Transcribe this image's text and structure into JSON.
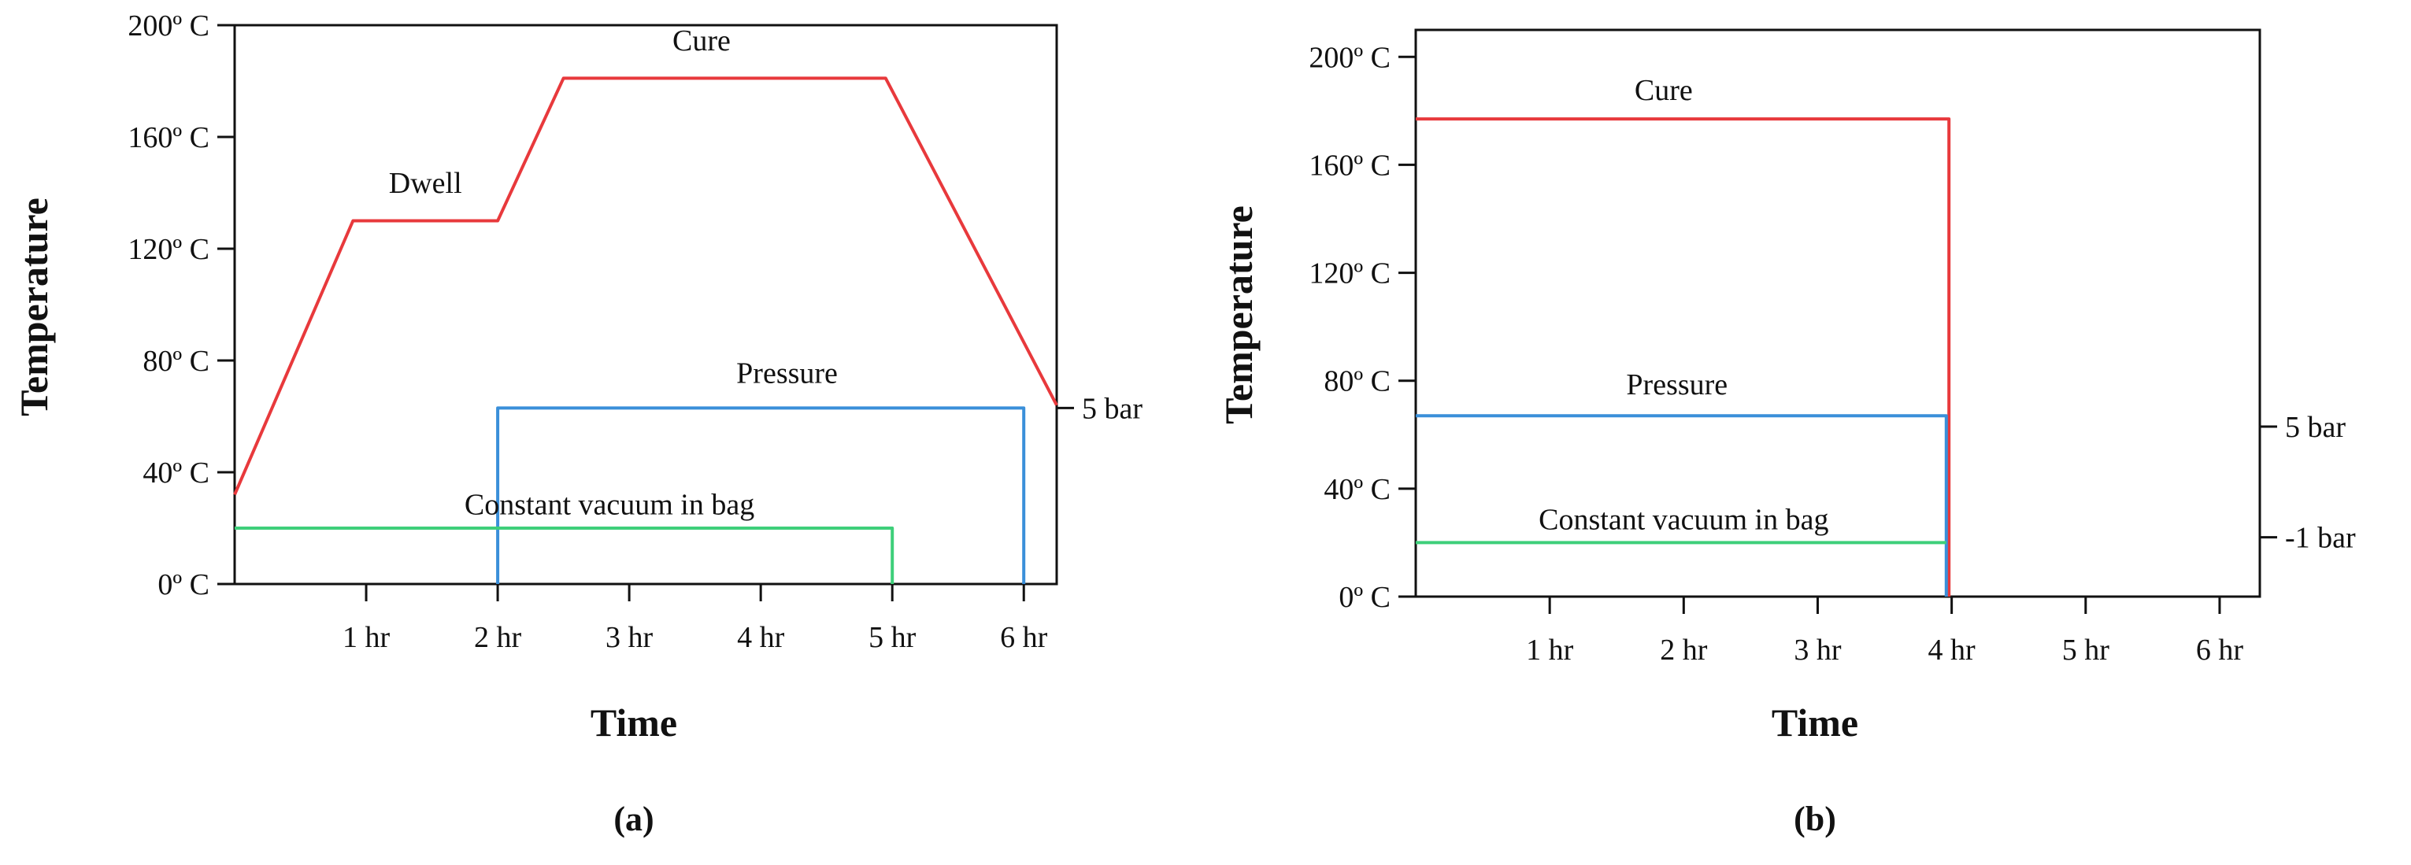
{
  "chart_data": [
    {
      "type": "line",
      "caption": "(a)",
      "xlabel": "Time",
      "ylabel": "Temperature",
      "xlim": [
        0,
        6.25
      ],
      "ylim": [
        0,
        200
      ],
      "x_ticks": [
        {
          "value": 1,
          "label": "1 hr"
        },
        {
          "value": 2,
          "label": "2 hr"
        },
        {
          "value": 3,
          "label": "3 hr"
        },
        {
          "value": 4,
          "label": "4 hr"
        },
        {
          "value": 5,
          "label": "5 hr"
        },
        {
          "value": 6,
          "label": "6 hr"
        }
      ],
      "y_ticks": [
        {
          "value": 0,
          "label": "0º C"
        },
        {
          "value": 40,
          "label": "40º C"
        },
        {
          "value": 80,
          "label": "80º C"
        },
        {
          "value": 120,
          "label": "120º C"
        },
        {
          "value": 160,
          "label": "160º C"
        },
        {
          "value": 200,
          "label": "200º C"
        }
      ],
      "right_ticks": [
        {
          "value": 63,
          "label": "5 bar"
        }
      ],
      "series": [
        {
          "key": "temperature",
          "color": "#e8393c",
          "x": [
            0,
            0.9,
            2,
            2.5,
            4.95,
            6.25
          ],
          "y": [
            32,
            130,
            130,
            181,
            181,
            64
          ]
        },
        {
          "key": "pressure",
          "color": "#3a8fd9",
          "x": [
            2,
            2,
            6,
            6
          ],
          "y": [
            0,
            63,
            63,
            0
          ]
        },
        {
          "key": "vacuum",
          "color": "#3ecf7a",
          "x": [
            0,
            5,
            5
          ],
          "y": [
            20,
            20,
            0
          ]
        }
      ],
      "annotations": [
        {
          "text": "Dwell",
          "x": 1.45,
          "y": 140
        },
        {
          "text": "Cure",
          "x": 3.55,
          "y": 191
        },
        {
          "text": "Pressure",
          "x": 4.2,
          "y": 72
        },
        {
          "text": "Constant vacuum in bag",
          "x": 2.85,
          "y": 25
        }
      ]
    },
    {
      "type": "line",
      "caption": "(b)",
      "xlabel": "Time",
      "ylabel": "Temperature",
      "xlim": [
        0,
        6.3
      ],
      "ylim": [
        0,
        210
      ],
      "x_ticks": [
        {
          "value": 1,
          "label": "1 hr"
        },
        {
          "value": 2,
          "label": "2 hr"
        },
        {
          "value": 3,
          "label": "3 hr"
        },
        {
          "value": 4,
          "label": "4 hr"
        },
        {
          "value": 5,
          "label": "5 hr"
        },
        {
          "value": 6,
          "label": "6 hr"
        }
      ],
      "y_ticks": [
        {
          "value": 0,
          "label": "0º C"
        },
        {
          "value": 40,
          "label": "40º C"
        },
        {
          "value": 80,
          "label": "80º C"
        },
        {
          "value": 120,
          "label": "120º C"
        },
        {
          "value": 160,
          "label": "160º C"
        },
        {
          "value": 200,
          "label": "200º C"
        }
      ],
      "right_ticks": [
        {
          "value": 63,
          "label": "5 bar"
        },
        {
          "value": 22,
          "label": "-1 bar"
        }
      ],
      "series": [
        {
          "key": "temperature",
          "color": "#e8393c",
          "x": [
            0,
            3.98,
            3.98
          ],
          "y": [
            177,
            177,
            0
          ]
        },
        {
          "key": "pressure",
          "color": "#3a8fd9",
          "x": [
            0,
            3.96,
            3.96
          ],
          "y": [
            67,
            67,
            0
          ]
        },
        {
          "key": "vacuum",
          "color": "#3ecf7a",
          "x": [
            0,
            3.96
          ],
          "y": [
            20,
            20
          ]
        }
      ],
      "annotations": [
        {
          "text": "Cure",
          "x": 1.85,
          "y": 184
        },
        {
          "text": "Pressure",
          "x": 1.95,
          "y": 75
        },
        {
          "text": "Constant vacuum in bag",
          "x": 2.0,
          "y": 25
        }
      ]
    }
  ]
}
